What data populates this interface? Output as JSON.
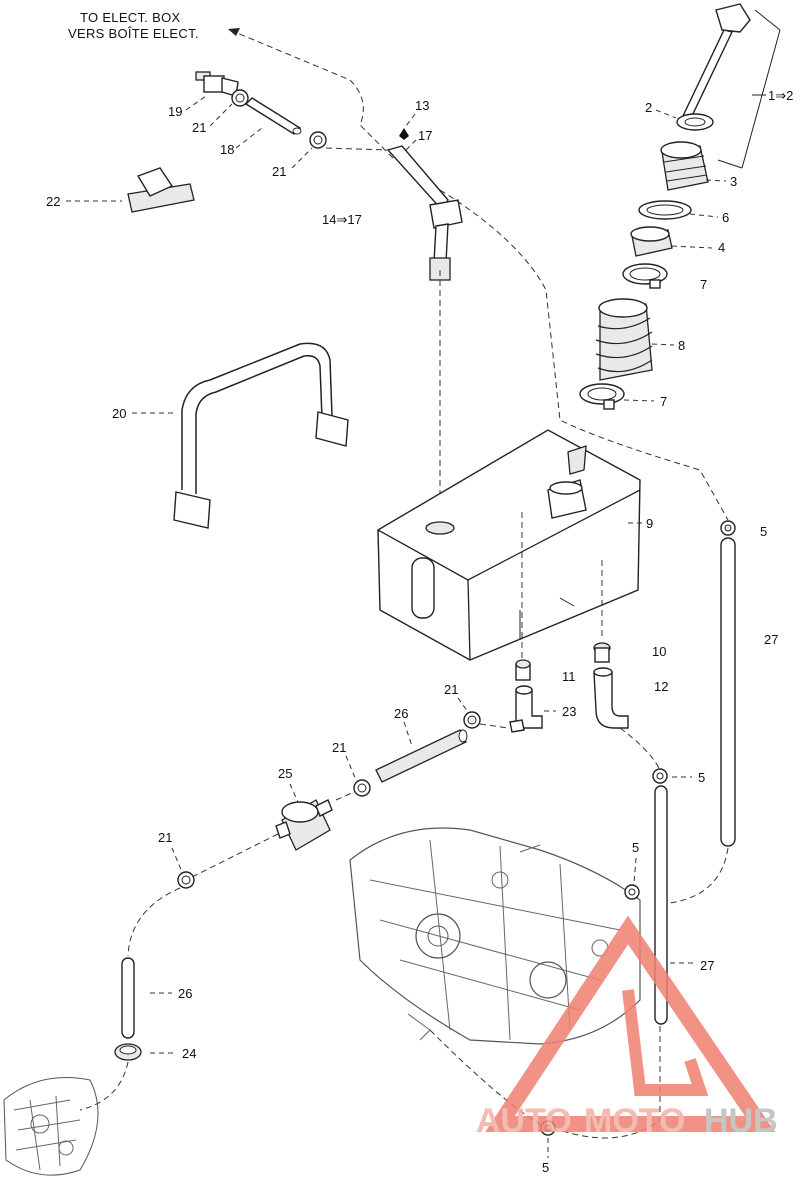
{
  "header": {
    "line1": "TO ELECT. BOX",
    "line2": "VERS BOÎTE ELECT."
  },
  "callouts": {
    "c1_2": "1⇒2",
    "c2": "2",
    "c3": "3",
    "c4": "4",
    "c5a": "5",
    "c5b": "5",
    "c5c": "5",
    "c5d": "5",
    "c6": "6",
    "c7a": "7",
    "c7b": "7",
    "c8": "8",
    "c9": "9",
    "c10": "10",
    "c11": "11",
    "c12": "12",
    "c13": "13",
    "c14_17": "14⇒17",
    "c17": "17",
    "c18": "18",
    "c19": "19",
    "c20": "20",
    "c21a": "21",
    "c21b": "21",
    "c21c": "21",
    "c21d": "21",
    "c21e": "21",
    "c22": "22",
    "c23": "23",
    "c24": "24",
    "c25": "25",
    "c26a": "26",
    "c26b": "26",
    "c27a": "27",
    "c27b": "27"
  },
  "watermark": {
    "part1": "AUTO",
    "part2": "MOTO",
    "part3": "HUB",
    "colors": {
      "triangle": "#f08070",
      "text_red": "#f1b0a4",
      "text_gray": "#bcbcbc"
    }
  }
}
